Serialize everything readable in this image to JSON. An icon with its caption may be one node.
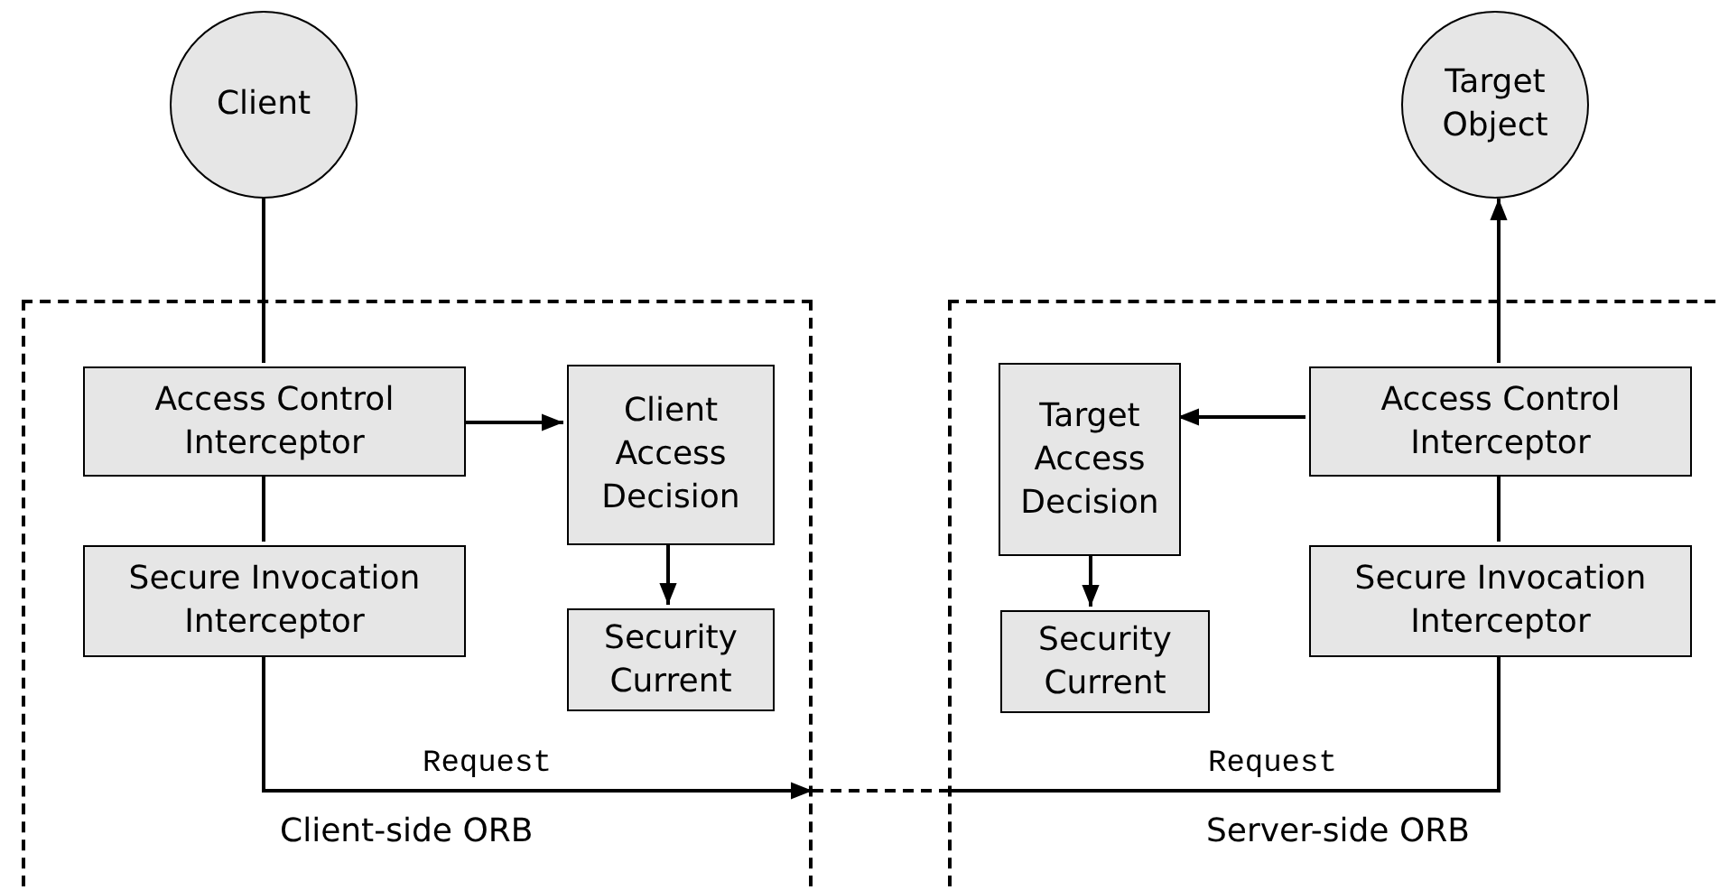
{
  "diagram": {
    "nodes": [
      {
        "text": [
          "Client"
        ]
      },
      {
        "text": [
          "Client-side ORB"
        ]
      },
      {
        "text": [
          "Access Control Interceptor"
        ],
        "in": 1
      },
      {
        "text": [
          "Client Access Decision"
        ],
        "in": 1
      },
      {
        "text": [
          "Secure Invocation Interceptor"
        ],
        "in": 1
      },
      {
        "text": [
          "Security Current"
        ],
        "in": 1
      },
      {
        "text": [
          "Target Object"
        ]
      },
      {
        "text": [
          "Server-side ORB"
        ]
      },
      {
        "text": [
          "Target Access Decision"
        ],
        "in": 7
      },
      {
        "text": [
          "Access Control Interceptor"
        ],
        "in": 7
      },
      {
        "text": [
          "Security Current"
        ],
        "in": 7
      },
      {
        "text": [
          "Secure Invocation Interceptor"
        ],
        "in": 7
      }
    ],
    "edges": [
      {
        "from": 0,
        "to": 2,
        "arrow": "none"
      },
      {
        "from": 2,
        "to": 3,
        "arrow": "to"
      },
      {
        "from": 3,
        "to": 5,
        "arrow": "to"
      },
      {
        "from": 2,
        "to": 4,
        "arrow": "none"
      },
      {
        "from": 4,
        "to": 1,
        "arrow": "to",
        "label": "Request"
      },
      {
        "from": 1,
        "to": 7,
        "arrow": "none",
        "style": "dashed"
      },
      {
        "from": 7,
        "to": 11,
        "arrow": "none",
        "label": "Request"
      },
      {
        "from": 11,
        "to": 9,
        "arrow": "none"
      },
      {
        "from": 9,
        "to": 6,
        "arrow": "to"
      },
      {
        "from": 9,
        "to": 8,
        "arrow": "to"
      },
      {
        "from": 8,
        "to": 10,
        "arrow": "to"
      }
    ]
  }
}
